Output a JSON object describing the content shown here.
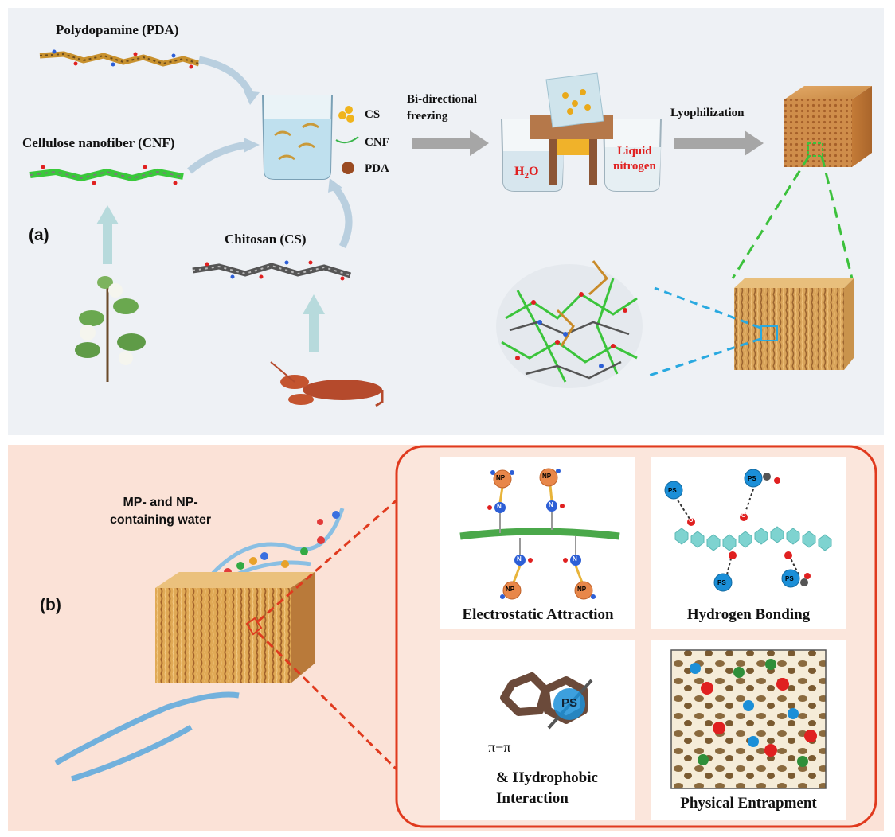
{
  "panel_a": {
    "label": "(a)",
    "pda_title": "Polydopamine (PDA)",
    "cnf_title": "Cellulose nanofiber (CNF)",
    "cs_title": "Chitosan (CS)",
    "legend": [
      "CS",
      "CNF",
      "PDA"
    ],
    "step1": [
      "Bi-directional",
      "freezing"
    ],
    "step2": "Lyophilization",
    "water_label": "H",
    "water_sub": "2",
    "water_tail": "O",
    "nitrogen_label": [
      "Liquid",
      "nitrogen"
    ]
  },
  "panel_b": {
    "label": "(b)",
    "water_text": [
      "MP- and NP-",
      "containing water"
    ],
    "mechanisms": {
      "electrostatic": "Electrostatic Attraction",
      "hbond": "Hydrogen Bonding",
      "pipi_symbol": "π−π",
      "pipi_text": [
        "& Hydrophobic",
        "Interaction"
      ],
      "entrapment": "Physical Entrapment"
    },
    "np_label": "NP",
    "ps_label": "PS",
    "n_label": "N",
    "o_label": "O"
  },
  "colors": {
    "panel_a_bg": "#eef1f5",
    "panel_b_bg": "#fbe2d7",
    "accent_red": "#e03a1e",
    "green_dash": "#3cc13c",
    "blue_dash": "#29a9e0"
  }
}
